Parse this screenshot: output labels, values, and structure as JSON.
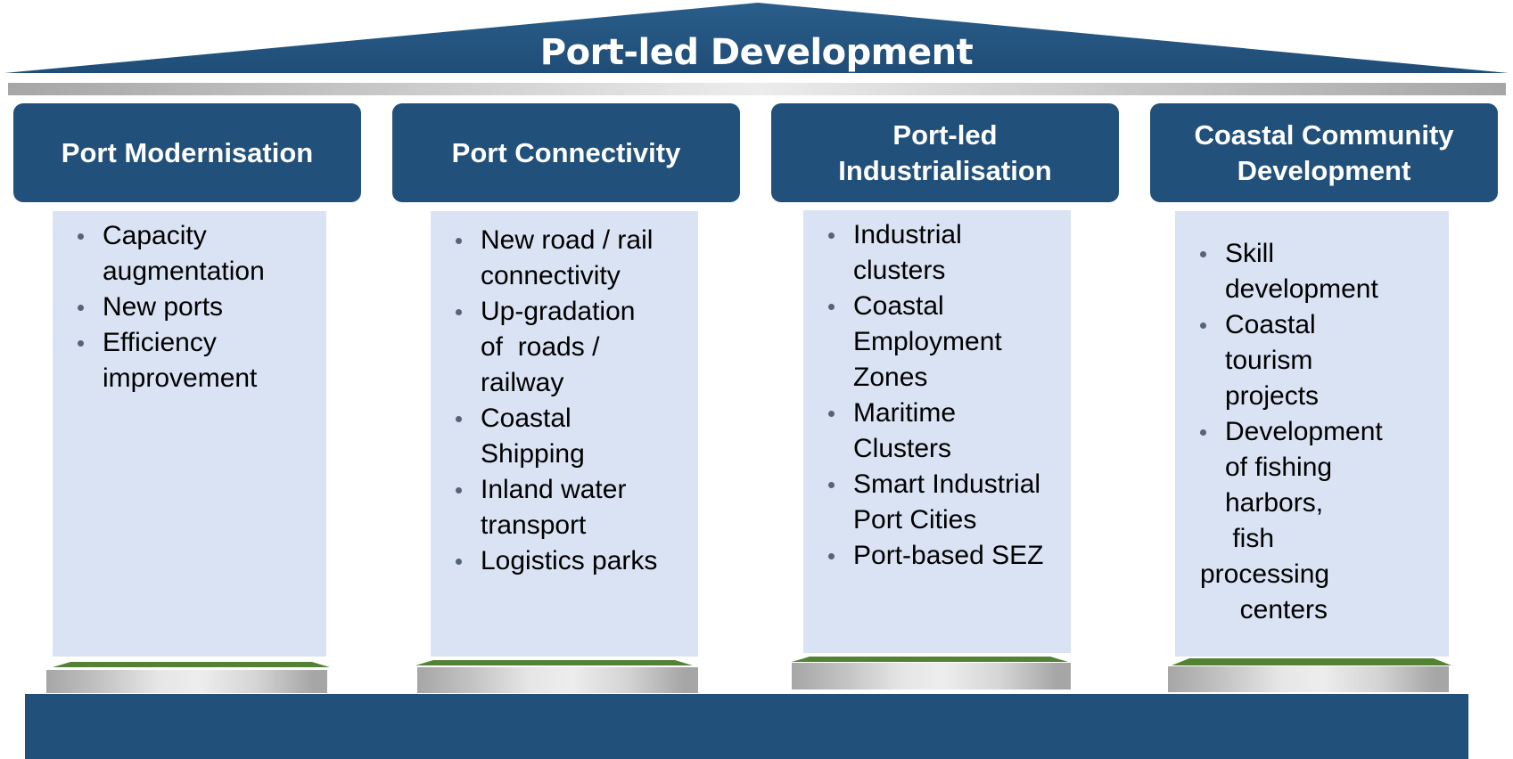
{
  "roof": {
    "title": "Port-led Development",
    "color": "#21507a"
  },
  "colors": {
    "header_bg": "#21507a",
    "body_bg": "#d9e3f3",
    "cap_green": "#548235",
    "base_gray": "#a6a6a6",
    "foundation": "#21507a"
  },
  "pillars": [
    {
      "title_lines": [
        "Port Modernisation"
      ],
      "items": [
        {
          "lines": [
            "Capacity",
            "augmentation"
          ]
        },
        {
          "lines": [
            "New ports"
          ]
        },
        {
          "lines": [
            "Efficiency",
            "improvement"
          ]
        }
      ]
    },
    {
      "title_lines": [
        "Port Connectivity"
      ],
      "items": [
        {
          "lines": [
            "New road / rail",
            "connectivity"
          ]
        },
        {
          "lines": [
            "Up-gradation",
            "of  roads /",
            "railway"
          ]
        },
        {
          "lines": [
            "Coastal",
            "Shipping"
          ]
        },
        {
          "lines": [
            "Inland water",
            "transport"
          ]
        },
        {
          "lines": [
            "Logistics parks"
          ]
        }
      ]
    },
    {
      "title_lines": [
        "Port-led",
        "Industrialisation"
      ],
      "items": [
        {
          "lines": [
            "Industrial",
            "clusters"
          ]
        },
        {
          "lines": [
            "Coastal",
            "Employment",
            "Zones"
          ]
        },
        {
          "lines": [
            "Maritime",
            "Clusters"
          ]
        },
        {
          "lines": [
            "Smart Industrial",
            "Port Cities"
          ]
        },
        {
          "lines": [
            "Port-based SEZ"
          ]
        }
      ]
    },
    {
      "title_lines": [
        "Coastal Community",
        "Development"
      ],
      "items": [
        {
          "lines": [
            "Skill",
            "development"
          ]
        },
        {
          "lines": [
            "Coastal",
            "tourism",
            "projects"
          ]
        },
        {
          "lines": [
            "Development",
            "of fishing",
            "harbors,",
            " fish",
            "processing",
            "  centers"
          ]
        }
      ]
    }
  ]
}
